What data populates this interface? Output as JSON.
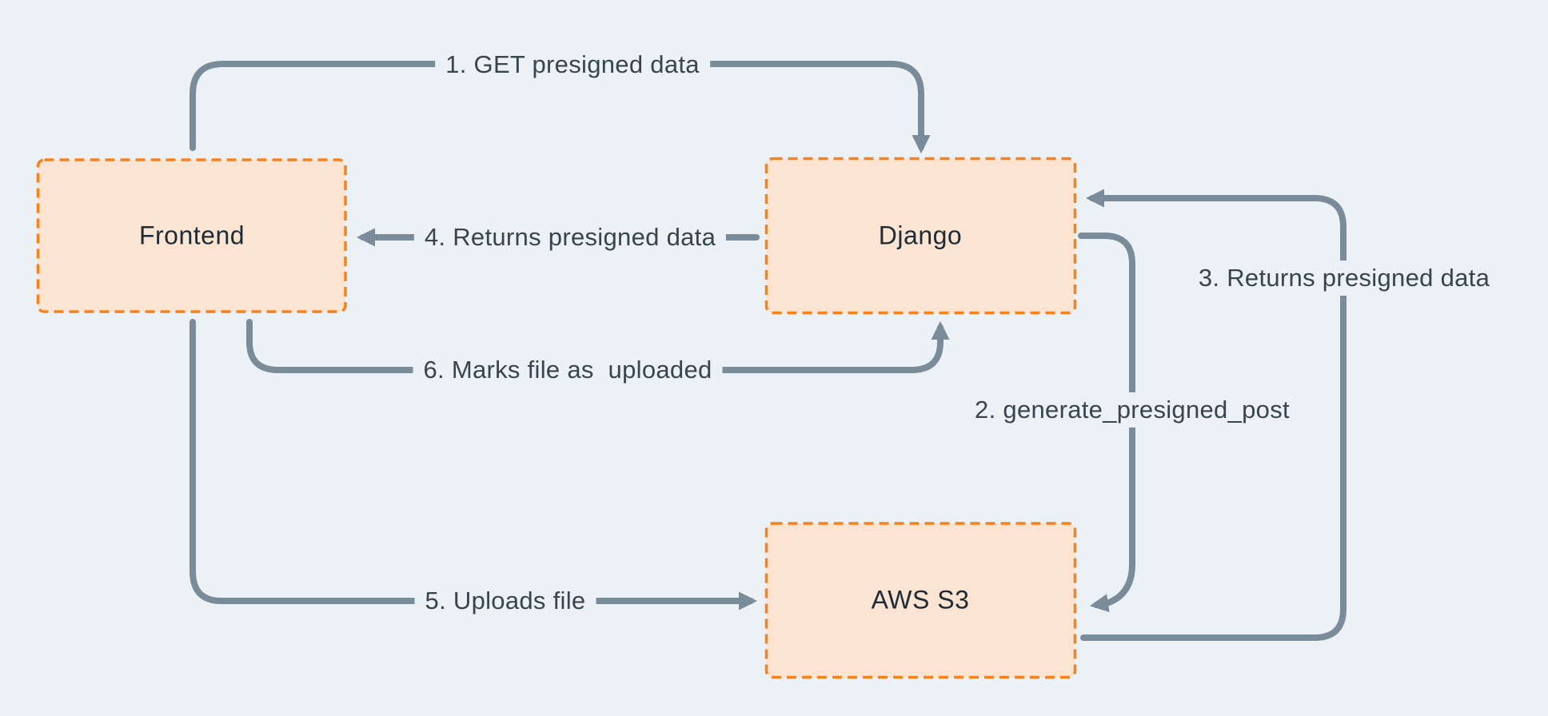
{
  "diagram": {
    "type": "flowchart",
    "description": "Presigned S3 upload flow between Frontend, Django and AWS S3"
  },
  "colors": {
    "background": "#ecf1f5",
    "node_fill": "#fce4d2",
    "node_border": "#f5811f",
    "arrow": "#7a8b99",
    "node_text": "#1d2b36",
    "label_text": "#37454f"
  },
  "nodes": [
    {
      "id": "frontend",
      "label": "Frontend"
    },
    {
      "id": "django",
      "label": "Django"
    },
    {
      "id": "aws-s3",
      "label": "AWS S3"
    }
  ],
  "edges": [
    {
      "id": "1",
      "from": "frontend",
      "to": "django",
      "label": "1. GET presigned data"
    },
    {
      "id": "2",
      "from": "django",
      "to": "aws-s3",
      "label": "2. generate_presigned_post"
    },
    {
      "id": "3",
      "from": "aws-s3",
      "to": "django",
      "label": "3. Returns presigned data"
    },
    {
      "id": "4",
      "from": "django",
      "to": "frontend",
      "label": "4. Returns presigned data"
    },
    {
      "id": "5",
      "from": "frontend",
      "to": "aws-s3",
      "label": "5. Uploads file"
    },
    {
      "id": "6",
      "from": "frontend",
      "to": "django",
      "label": "6. Marks file as  uploaded"
    }
  ]
}
